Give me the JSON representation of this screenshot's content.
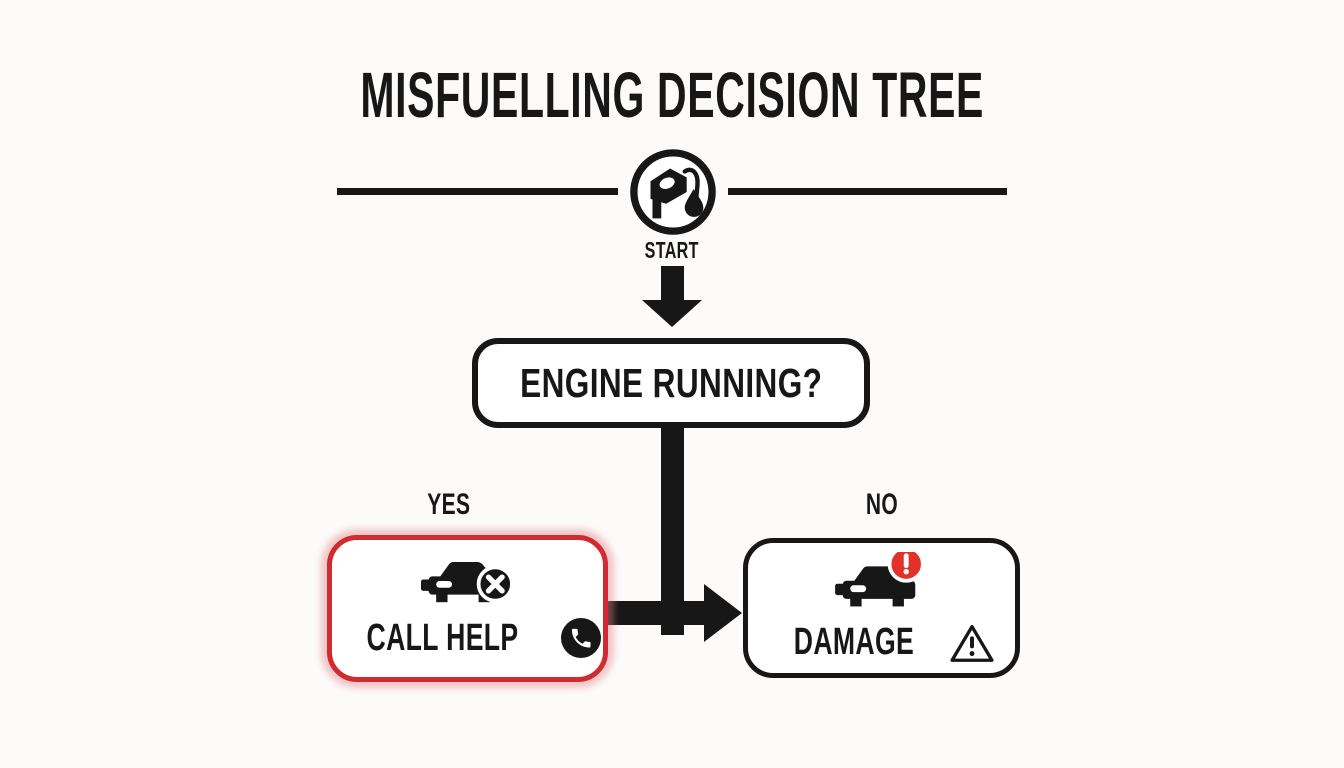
{
  "title": "MISFUELLING DECISION TREE",
  "flow": {
    "start_label": "START",
    "question_label": "ENGINE RUNNING?",
    "yes_label": "YES",
    "no_label": "NO",
    "yes_action": "CALL HELP",
    "no_action": "DAMAGE"
  },
  "icons": {
    "start": "fuel-nozzle-with-drop",
    "yes_box": [
      "car-breakdown-crossed",
      "phone-call-badge"
    ],
    "no_box": [
      "car-alert-badge",
      "warning-triangle"
    ]
  },
  "colors": {
    "ink": "#171717",
    "danger_border_red": "#cf2b30",
    "alert_badge_red": "#e23128",
    "glow_pink": "rgba(229,128,133,0.45)",
    "background": "#fcfbfa"
  }
}
